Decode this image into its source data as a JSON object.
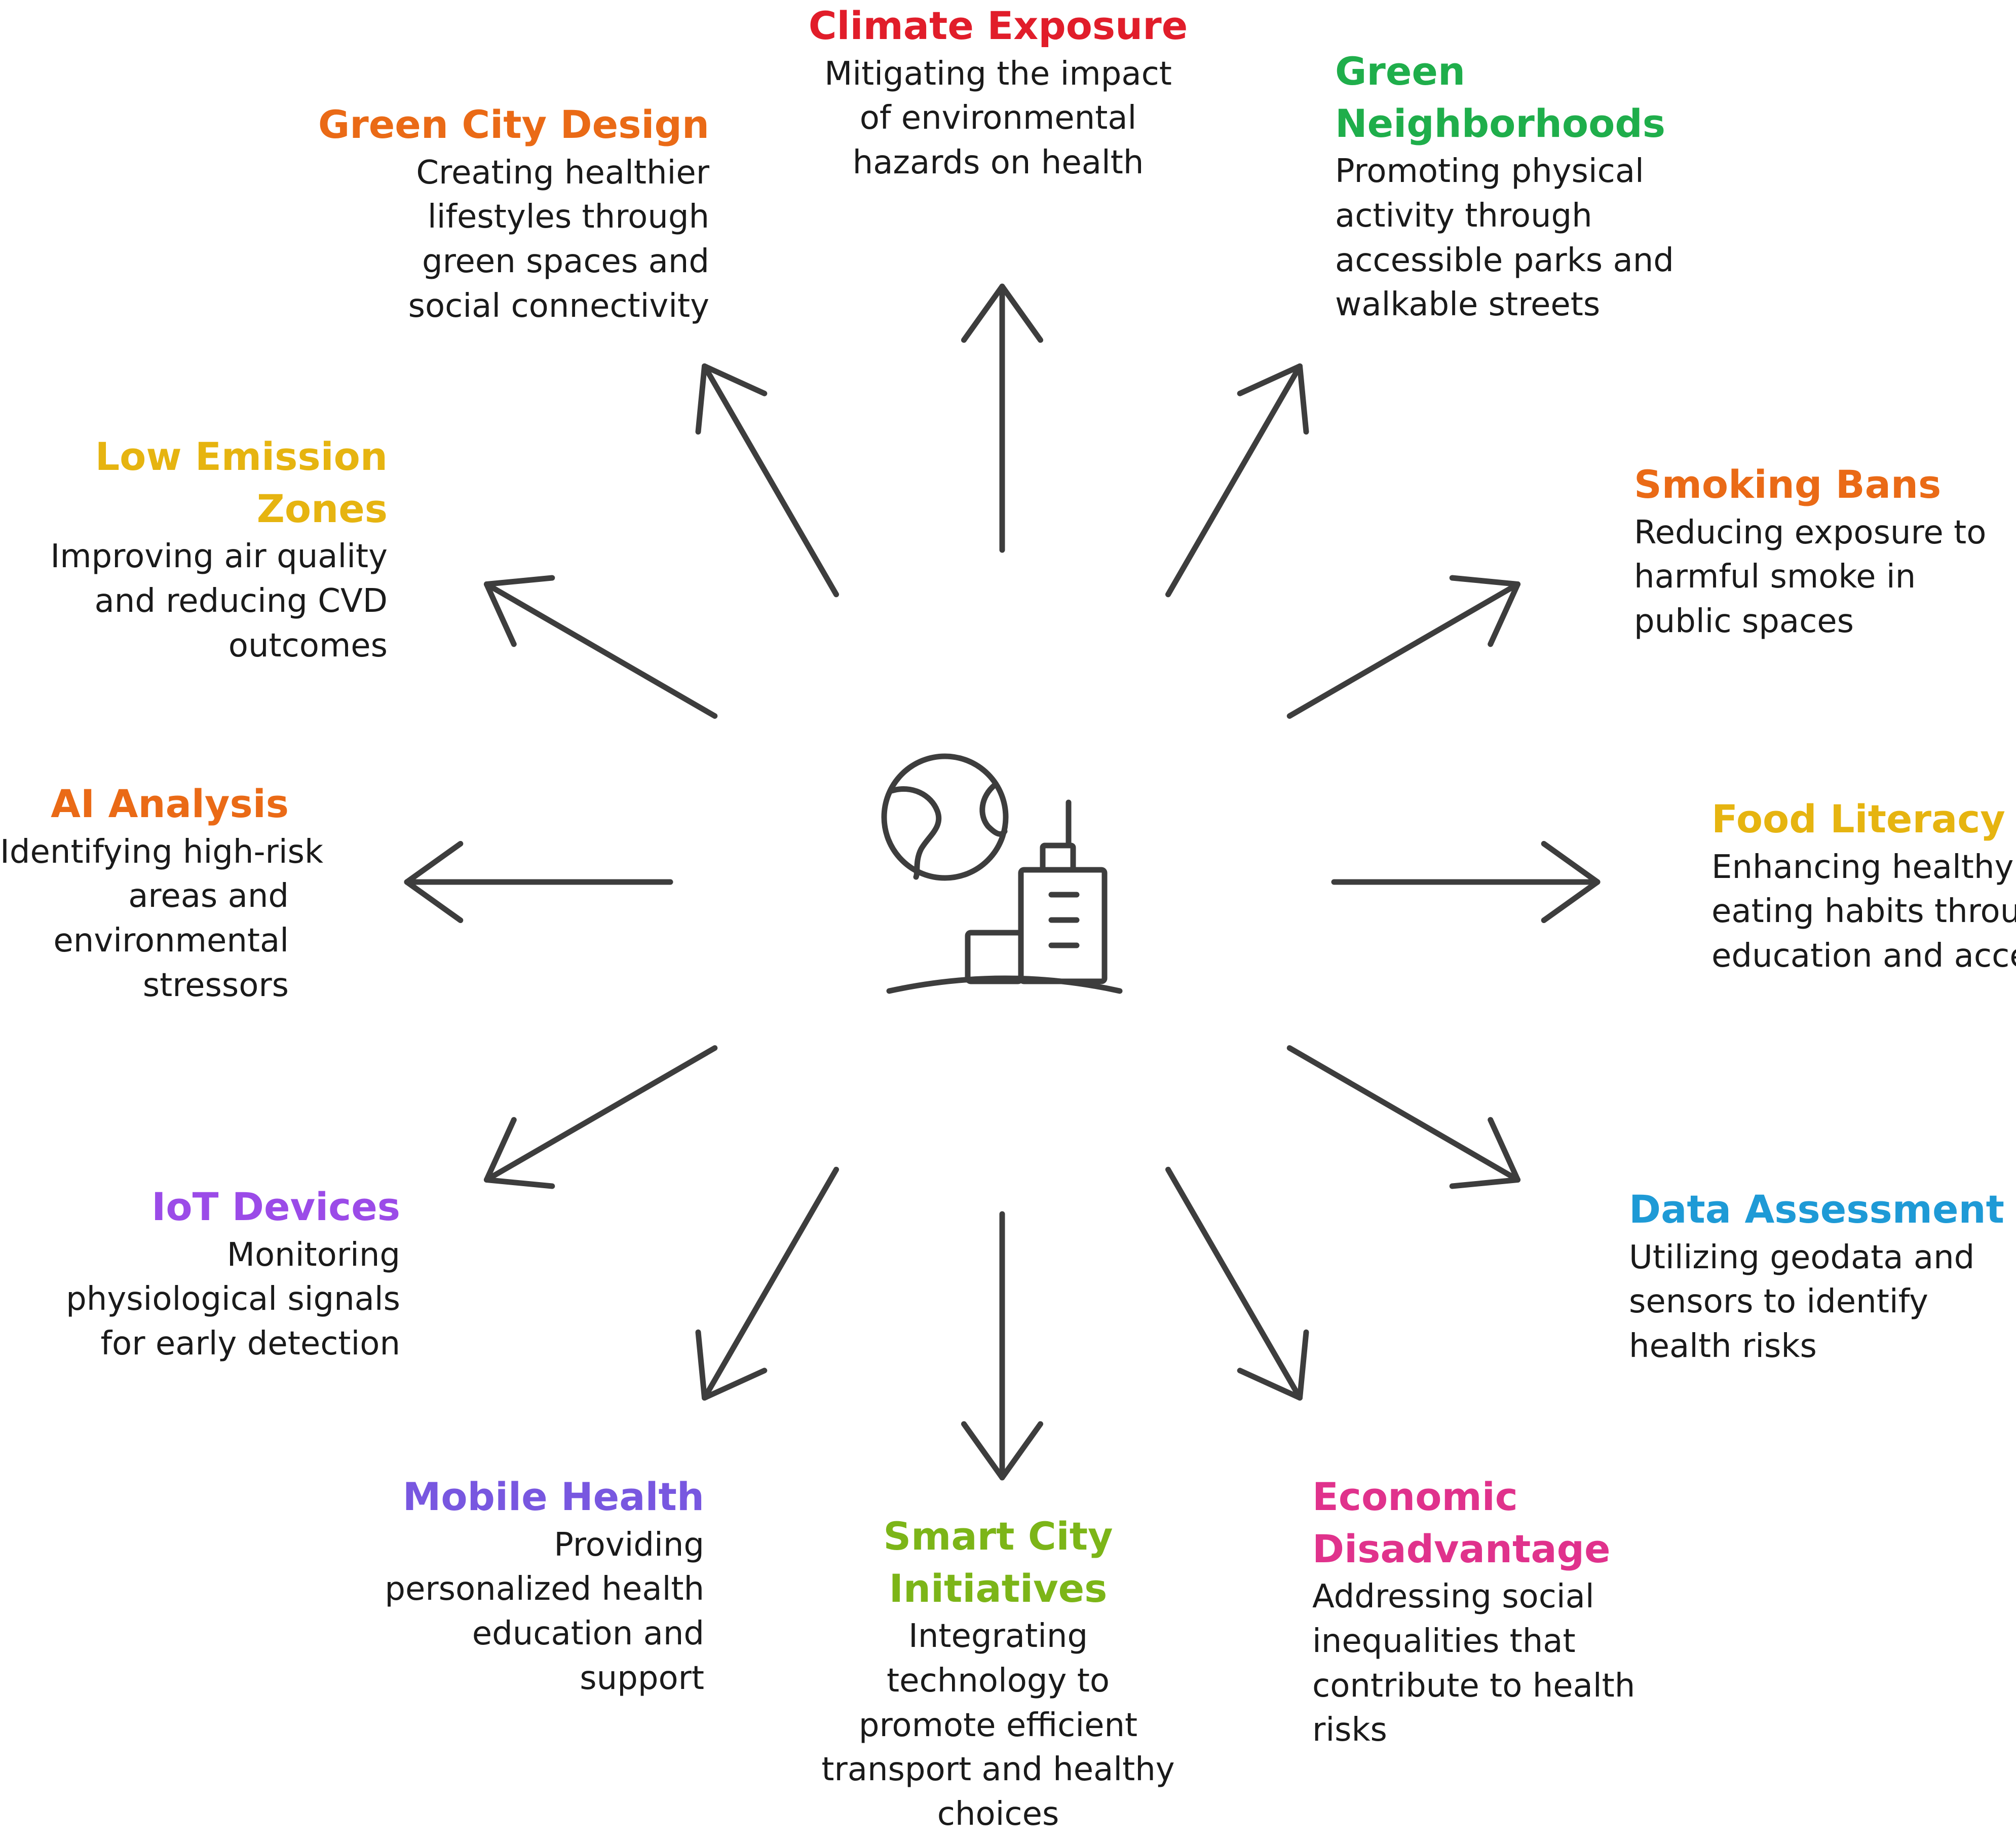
{
  "nodes": [
    {
      "id": "climate-exposure",
      "title_lines": [
        "Climate Exposure"
      ],
      "desc_lines": [
        "Mitigating the impact",
        "of environmental",
        "hazards on health"
      ],
      "color": "#e11d2a"
    },
    {
      "id": "green-neighborhoods",
      "title_lines": [
        "Green",
        "Neighborhoods"
      ],
      "desc_lines": [
        "Promoting physical",
        "activity through",
        "accessible parks and",
        "walkable streets"
      ],
      "color": "#1fae4b"
    },
    {
      "id": "smoking-bans",
      "title_lines": [
        "Smoking Bans"
      ],
      "desc_lines": [
        "Reducing exposure to",
        "harmful smoke in",
        "public spaces"
      ],
      "color": "#ea6a16"
    },
    {
      "id": "food-literacy",
      "title_lines": [
        "Food Literacy"
      ],
      "desc_lines": [
        "Enhancing healthy",
        "eating habits through",
        "education and access"
      ],
      "color": "#e6b410"
    },
    {
      "id": "data-assessment",
      "title_lines": [
        "Data Assessment"
      ],
      "desc_lines": [
        "Utilizing geodata and",
        "sensors to identify",
        "health risks"
      ],
      "color": "#1e9ad6"
    },
    {
      "id": "economic-disadvantage",
      "title_lines": [
        "Economic",
        "Disadvantage"
      ],
      "desc_lines": [
        "Addressing social",
        "inequalities that",
        "contribute to health",
        "risks"
      ],
      "color": "#e0328c"
    },
    {
      "id": "smart-city-initiatives",
      "title_lines": [
        "Smart City",
        "Initiatives"
      ],
      "desc_lines": [
        "Integrating",
        "technology to",
        "promote efficient",
        "transport and healthy",
        "choices"
      ],
      "color": "#7cb518"
    },
    {
      "id": "mobile-health",
      "title_lines": [
        "Mobile Health"
      ],
      "desc_lines": [
        "Providing",
        "personalized health",
        "education and",
        "support"
      ],
      "color": "#7857e0"
    },
    {
      "id": "iot-devices",
      "title_lines": [
        "IoT Devices"
      ],
      "desc_lines": [
        "Monitoring",
        "physiological signals",
        "for early detection"
      ],
      "color": "#9b4be8"
    },
    {
      "id": "ai-analysis",
      "title_lines": [
        "AI Analysis"
      ],
      "desc_lines": [
        "Identifying high-risk",
        "areas and",
        "environmental",
        "stressors"
      ],
      "color": "#ea6a16"
    },
    {
      "id": "low-emission-zones",
      "title_lines": [
        "Low Emission",
        "Zones"
      ],
      "desc_lines": [
        "Improving air quality",
        "and reducing CVD",
        "outcomes"
      ],
      "color": "#e6b410"
    },
    {
      "id": "green-city-design",
      "title_lines": [
        "Green City Design"
      ],
      "desc_lines": [
        "Creating healthier",
        "lifestyles through",
        "green spaces and",
        "social connectivity"
      ],
      "color": "#ea6a16"
    }
  ],
  "center_icon": {
    "name": "globe-city-icon",
    "stroke": "#3d3d3d"
  },
  "arrow_color": "#3d3d3d"
}
